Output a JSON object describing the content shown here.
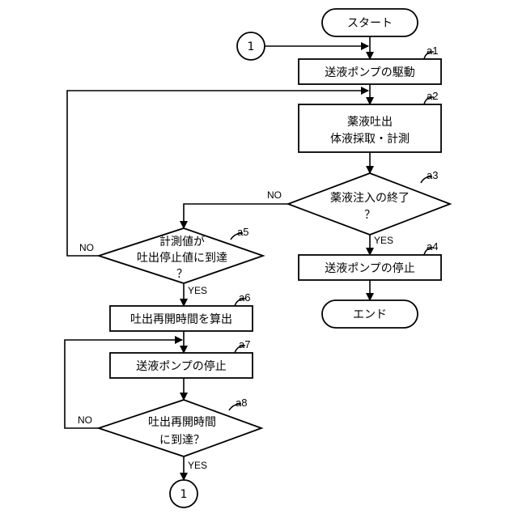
{
  "nodes": {
    "start": "スタート",
    "a1": "送液ポンプの駆動",
    "a2_line1": "薬液吐出",
    "a2_line2": "体液採取・計測",
    "a3_line1": "薬液注入の終了",
    "a3_line2": "？",
    "a4": "送液ポンプの停止",
    "end": "エンド",
    "a5_line1": "計測値が",
    "a5_line2": "吐出停止値に到達",
    "a5_line3": "？",
    "a6": "吐出再開時間を算出",
    "a7": "送液ポンプの停止",
    "a8_line1": "吐出再開時間",
    "a8_line2": "に到達？",
    "connector": "1"
  },
  "refs": {
    "a1": "a1",
    "a2": "a2",
    "a3": "a3",
    "a4": "a4",
    "a5": "a5",
    "a6": "a6",
    "a7": "a7",
    "a8": "a8"
  },
  "branch_labels": {
    "no": "NO",
    "yes": "YES"
  }
}
